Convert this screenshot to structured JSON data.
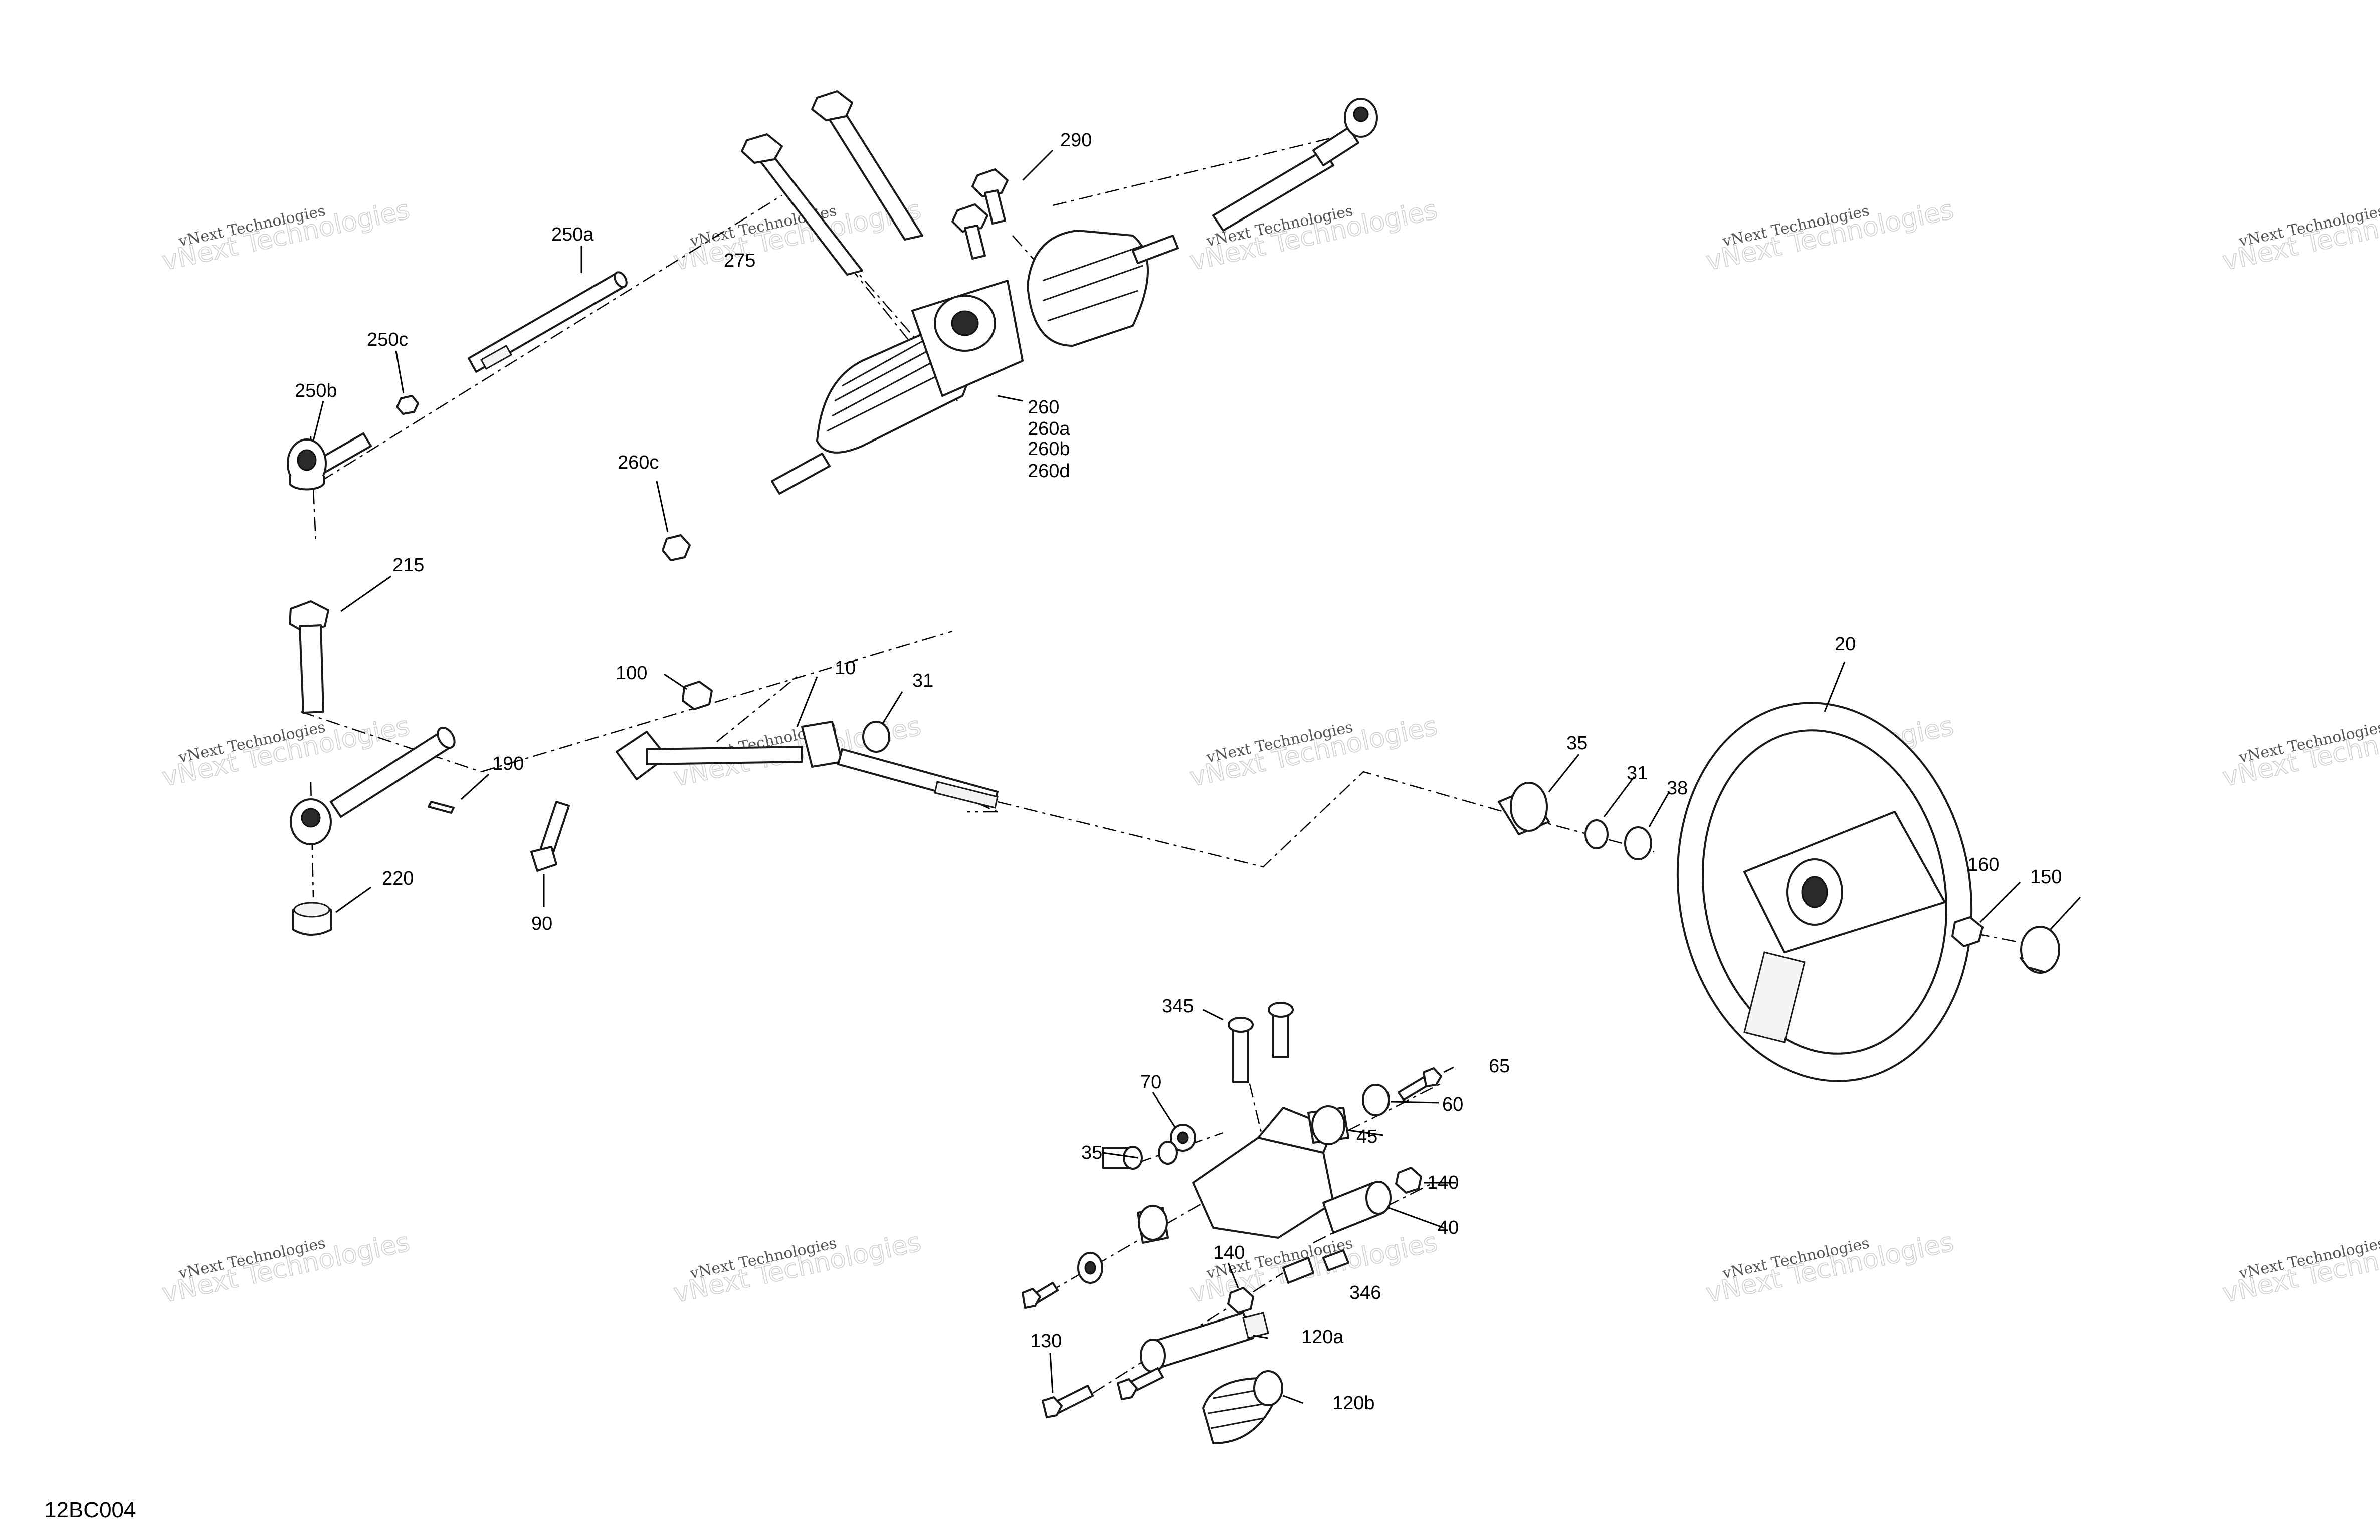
{
  "diagram_id": "12BC004",
  "watermark": {
    "line1": "vNext Technologies",
    "line2": "vNext Technologies"
  },
  "callouts": [
    {
      "id": "10",
      "label": "10"
    },
    {
      "id": "20",
      "label": "20"
    },
    {
      "id": "31a",
      "label": "31"
    },
    {
      "id": "31b",
      "label": "31"
    },
    {
      "id": "35a",
      "label": "35"
    },
    {
      "id": "35b",
      "label": "35"
    },
    {
      "id": "38",
      "label": "38"
    },
    {
      "id": "40",
      "label": "40"
    },
    {
      "id": "45",
      "label": "45"
    },
    {
      "id": "60",
      "label": "60"
    },
    {
      "id": "65",
      "label": "65"
    },
    {
      "id": "70",
      "label": "70"
    },
    {
      "id": "90",
      "label": "90"
    },
    {
      "id": "100",
      "label": "100"
    },
    {
      "id": "120a",
      "label": "120a"
    },
    {
      "id": "120b",
      "label": "120b"
    },
    {
      "id": "130",
      "label": "130"
    },
    {
      "id": "140a",
      "label": "140"
    },
    {
      "id": "140b",
      "label": "140"
    },
    {
      "id": "150",
      "label": "150"
    },
    {
      "id": "160",
      "label": "160"
    },
    {
      "id": "190",
      "label": "190"
    },
    {
      "id": "215",
      "label": "215"
    },
    {
      "id": "220",
      "label": "220"
    },
    {
      "id": "250a",
      "label": "250a"
    },
    {
      "id": "250b",
      "label": "250b"
    },
    {
      "id": "250c",
      "label": "250c"
    },
    {
      "id": "260",
      "label": "260"
    },
    {
      "id": "260a",
      "label": "260a"
    },
    {
      "id": "260b",
      "label": "260b"
    },
    {
      "id": "260d",
      "label": "260d"
    },
    {
      "id": "260c",
      "label": "260c"
    },
    {
      "id": "275",
      "label": "275"
    },
    {
      "id": "290",
      "label": "290"
    },
    {
      "id": "345",
      "label": "345"
    },
    {
      "id": "346",
      "label": "346"
    }
  ]
}
